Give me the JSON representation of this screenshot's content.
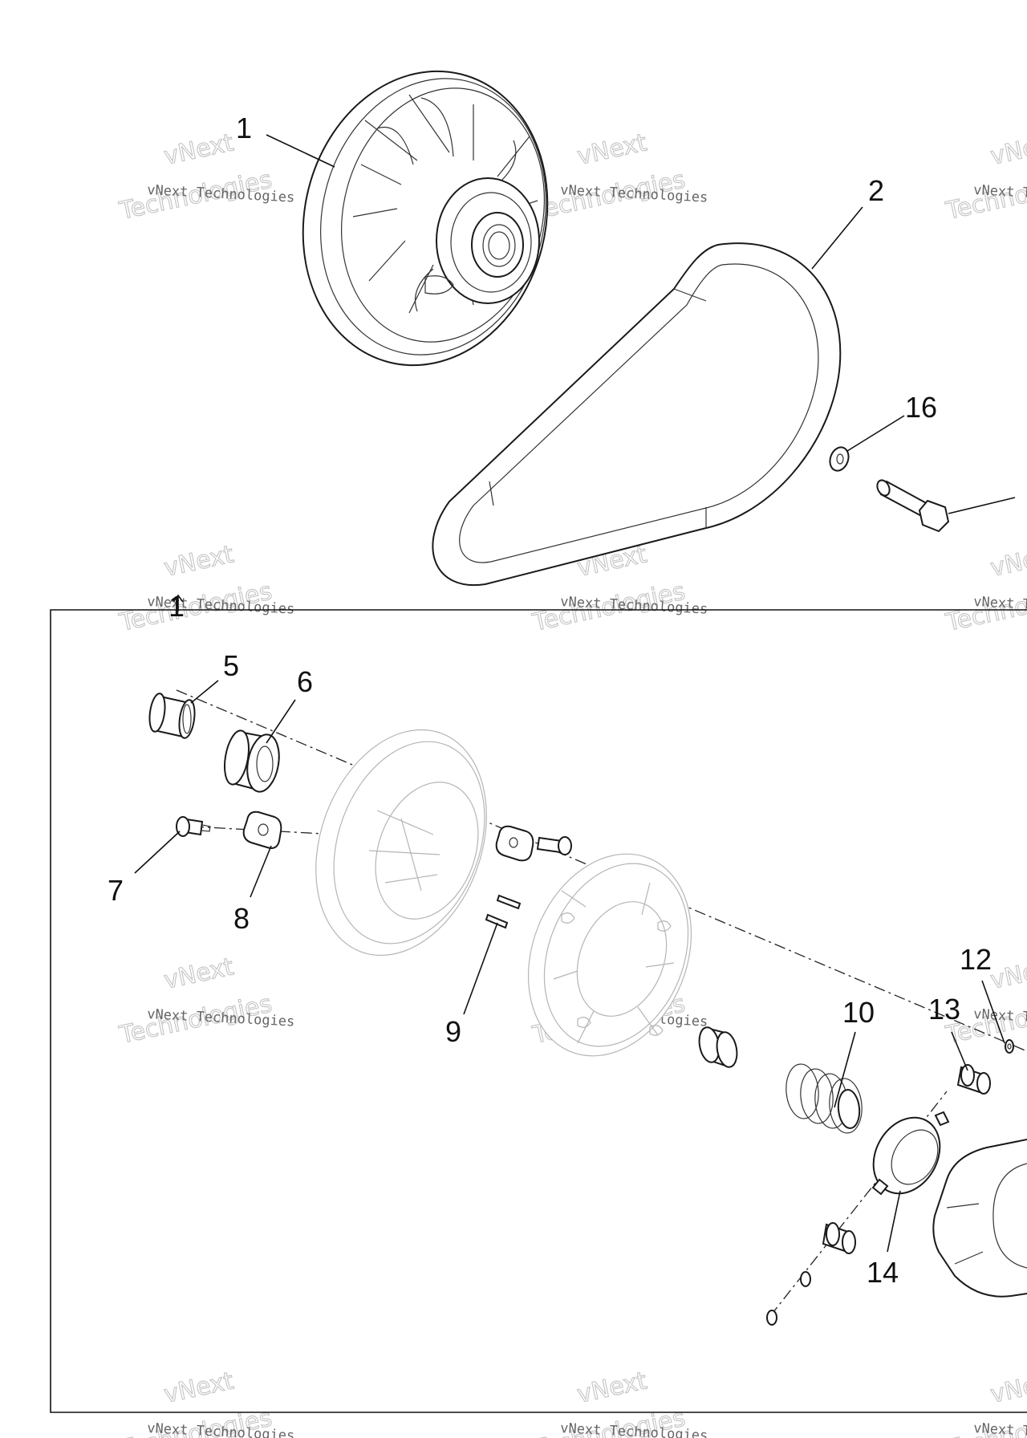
{
  "callouts": {
    "c1": "1",
    "c2": "2",
    "c16": "16",
    "c1b": "1",
    "c5": "5",
    "c6": "6",
    "c7": "7",
    "c8": "8",
    "c9": "9",
    "c10": "10",
    "c12": "12",
    "c13": "13",
    "c14": "14"
  },
  "watermark": {
    "line1": "vNext",
    "line2": "vNext Technologies",
    "line3": "Technologies"
  },
  "colors": {
    "ink": "#111111",
    "ghost": "#b5b5b5",
    "watermark": "#c4c4c4"
  }
}
